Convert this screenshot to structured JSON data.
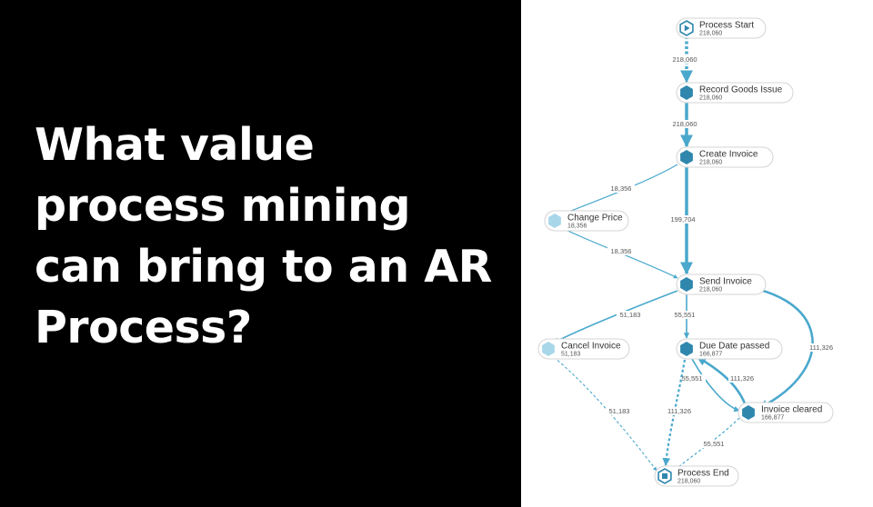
{
  "headline": "What value process mining can bring to an AR Process?",
  "colors": {
    "background_left": "#000000",
    "headline_text": "#ffffff",
    "node_dark": "#2f87ad",
    "node_light": "#a9d7ea",
    "edge": "#4aa8cc"
  },
  "process_map": {
    "nodes": [
      {
        "id": "start",
        "label": "Process Start",
        "count": "218,060",
        "icon": "play-icon"
      },
      {
        "id": "record",
        "label": "Record Goods Issue",
        "count": "218,060",
        "icon": "hexagon-icon"
      },
      {
        "id": "create",
        "label": "Create Invoice",
        "count": "218,060",
        "icon": "hexagon-icon"
      },
      {
        "id": "change",
        "label": "Change Price",
        "count": "18,356",
        "icon": "hexagon-icon"
      },
      {
        "id": "send",
        "label": "Send Invoice",
        "count": "218,060",
        "icon": "hexagon-icon"
      },
      {
        "id": "cancel",
        "label": "Cancel Invoice",
        "count": "51,183",
        "icon": "hexagon-icon"
      },
      {
        "id": "due",
        "label": "Due Date passed",
        "count": "166,877",
        "icon": "hexagon-icon"
      },
      {
        "id": "cleared",
        "label": "Invoice cleared",
        "count": "166,877",
        "icon": "hexagon-icon"
      },
      {
        "id": "end",
        "label": "Process End",
        "count": "218,060",
        "icon": "stop-icon"
      }
    ],
    "edges": [
      {
        "from": "start",
        "to": "record",
        "value": "218,060"
      },
      {
        "from": "record",
        "to": "create",
        "value": "218,060"
      },
      {
        "from": "create",
        "to": "change",
        "value": "18,356"
      },
      {
        "from": "create",
        "to": "send",
        "value": "199,704"
      },
      {
        "from": "change",
        "to": "send",
        "value": "18,356"
      },
      {
        "from": "send",
        "to": "cancel",
        "value": "51,183"
      },
      {
        "from": "send",
        "to": "due",
        "value": "55,551"
      },
      {
        "from": "send",
        "to": "cleared",
        "value": "111,326"
      },
      {
        "from": "due",
        "to": "cleared",
        "value": "55,551"
      },
      {
        "from": "cleared",
        "to": "due",
        "value": "111,326"
      },
      {
        "from": "cancel",
        "to": "end",
        "value": "51,183"
      },
      {
        "from": "due",
        "to": "end",
        "value": "111,326"
      },
      {
        "from": "cleared",
        "to": "end",
        "value": "55,551"
      }
    ]
  }
}
